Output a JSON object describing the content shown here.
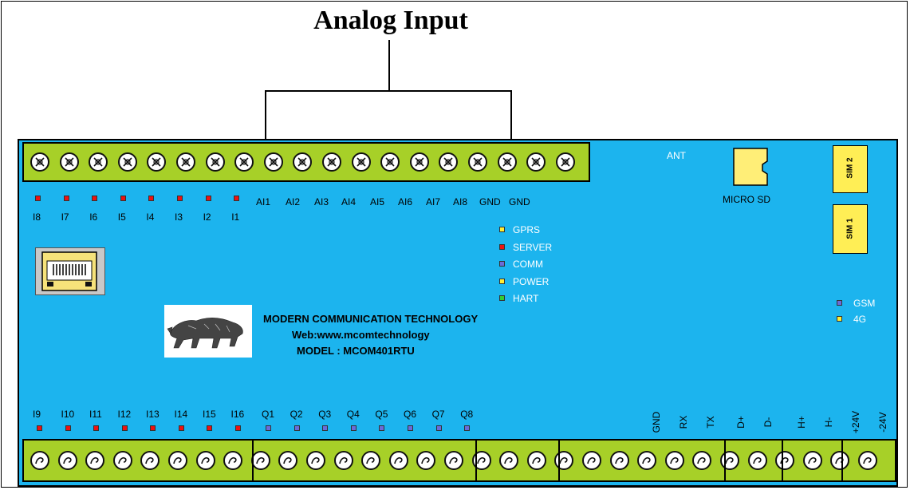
{
  "title": "Analog Input",
  "top_labels": {
    "digital_inputs": [
      "I8",
      "I7",
      "I6",
      "I5",
      "I4",
      "I3",
      "I2",
      "I1"
    ],
    "analog": [
      "AI1",
      "AI2",
      "AI3",
      "AI4",
      "AI5",
      "AI6",
      "AI7",
      "AI8",
      "GND",
      "GND"
    ]
  },
  "bottom_labels": {
    "digital_inputs": [
      "I9",
      "I10",
      "I11",
      "I12",
      "I13",
      "I14",
      "I15",
      "I16"
    ],
    "outputs": [
      "Q1",
      "Q2",
      "Q3",
      "Q4",
      "Q5",
      "Q6",
      "Q7",
      "Q8"
    ],
    "ports": [
      "GND",
      "RX",
      "TX",
      "D+",
      "D-",
      "H+",
      "H-",
      "+24V",
      "-24V"
    ]
  },
  "status_leds": [
    {
      "label": "GPRS",
      "color": "#ffee33"
    },
    {
      "label": "SERVER",
      "color": "#ee1111"
    },
    {
      "label": "COMM",
      "color": "#6b6bd8"
    },
    {
      "label": "POWER",
      "color": "#ffee33"
    },
    {
      "label": "HART",
      "color": "#33cc33"
    }
  ],
  "network_leds": [
    {
      "label": "GSM",
      "color": "#6b6bd8"
    },
    {
      "label": "4G",
      "color": "#ffee33"
    }
  ],
  "ant_label": "ANT",
  "sd_label": "MICRO SD",
  "sim2_label": "SIM 2",
  "sim1_label": "SIM 1",
  "company": {
    "name": "MODERN COMMUNICATION TECHNOLOGY",
    "web": "Web:www.mcomtechnology",
    "model": "MODEL : MCOM401RTU"
  },
  "colors": {
    "board": "#1cb4ee",
    "terminal_strip": "#a7d028",
    "input_led": "#ee1111",
    "output_led": "#6b6bd8"
  }
}
